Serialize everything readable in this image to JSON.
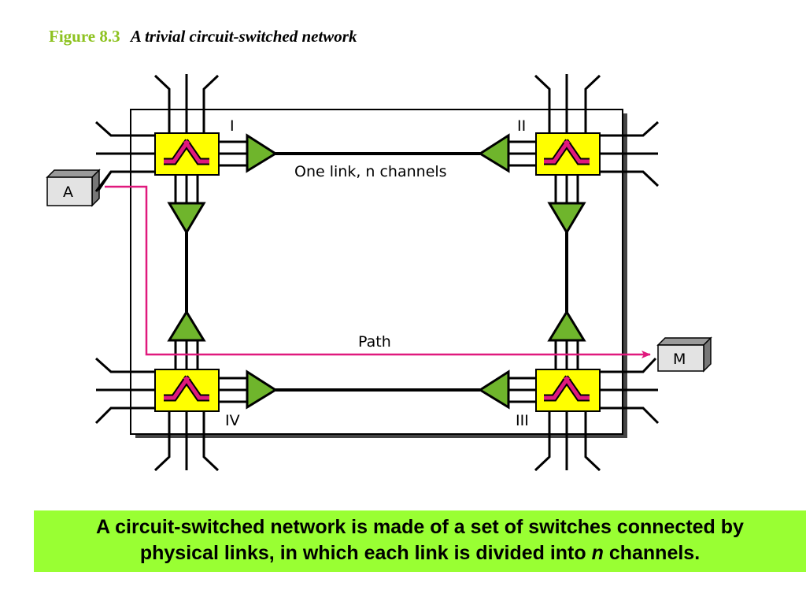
{
  "figure": {
    "number": "Figure 8.3",
    "caption": "A trivial circuit-switched network"
  },
  "diagram": {
    "switches": [
      {
        "id": "I",
        "label": "I"
      },
      {
        "id": "II",
        "label": "II"
      },
      {
        "id": "III",
        "label": "III"
      },
      {
        "id": "IV",
        "label": "IV"
      }
    ],
    "endpoints": [
      {
        "id": "A",
        "label": "A"
      },
      {
        "id": "M",
        "label": "M"
      }
    ],
    "link_label": "One link, n channels",
    "path_label": "Path",
    "colors": {
      "switch_fill": "#ffff00",
      "switch_icon": "#e0197d",
      "mux_fill": "#6fb52c",
      "path_line": "#e0197d",
      "endpoint_fill": "#e3e3e3",
      "summary_bg": "#99ff33",
      "figure_number": "#8dc21f"
    }
  },
  "summary": {
    "line1": "A circuit-switched network is made of a set of switches connected by",
    "line2_pre": "physical links, in which  each link is divided into ",
    "line2_em": "n",
    "line2_post": " channels."
  }
}
